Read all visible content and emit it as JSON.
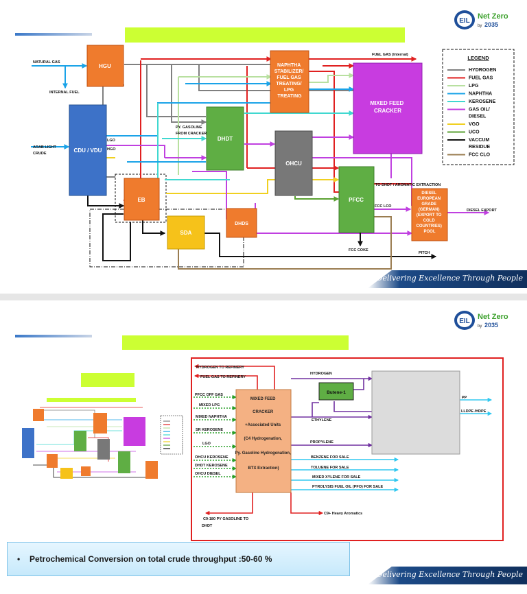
{
  "logo": {
    "brand": "EIL",
    "net_zero": "Net Zero",
    "year_prefix": "by",
    "year": "2035"
  },
  "footer": {
    "tagline": "Delivering Excellence Through People"
  },
  "slide1": {
    "streams": {
      "natural_gas": "NATURAL GAS",
      "internal_fuel": "INTERNAL FUEL",
      "arab_light": "ARAB LIGHT",
      "crude": "CRUDE",
      "lgo": "LGO",
      "hgo": "HGO",
      "py_gasoline": "PY. GASOLINE",
      "from_cracker": "FROM CRACKER",
      "fuel_gas_internal": "FUEL GAS (Internal)",
      "to_dhdt": "TO DHDT / AROMATIC EXTRACTION",
      "fcc_lco": "FCC LCO",
      "fcc_coke": "FCC COKE",
      "diesel_export": "DIESEL EXPORT",
      "pitch": "PITCH"
    },
    "units": {
      "hgu": "HGU",
      "naphtha": [
        "NAPHTHA",
        "STABILIZER/",
        "FUEL GAS",
        "TREATING/",
        "LPG",
        "TREATING"
      ],
      "mfc": [
        "MIXED FEED",
        "CRACKER"
      ],
      "cdu": "CDU / VDU",
      "dhdt": "DHDT",
      "ohcu": "OHCU",
      "pfcc": "PFCC",
      "eb": "EB",
      "sda": "SDA",
      "dhds": "DHDS",
      "diesel_pool": [
        "DIESEL",
        "EUROPEAN",
        "GRADE",
        "(GERMAN)",
        "(EXPORT TO",
        "COLD",
        "COUNTRIES)",
        "POOL"
      ]
    },
    "legend": {
      "title": "LEGEND",
      "items": [
        {
          "label": "HYDROGEN",
          "color": "#808080"
        },
        {
          "label": "FUEL GAS",
          "color": "#e02020"
        },
        {
          "label": "LPG",
          "color": "#b8e0a0"
        },
        {
          "label": "NAPHTHA",
          "color": "#1aa3e8"
        },
        {
          "label": "KEROSENE",
          "color": "#40d8d0"
        },
        {
          "label": "GAS OIL/",
          "label2": "DIESEL",
          "color": "#c040e0"
        },
        {
          "label": "VGO",
          "color": "#f0d020"
        },
        {
          "label": "UCO",
          "color": "#5aa030"
        },
        {
          "label": "VACCUM",
          "label2": "RESIDUE",
          "color": "#111111"
        },
        {
          "label": "FCC CLO",
          "color": "#9a7c50"
        }
      ]
    }
  },
  "slide2": {
    "inputs": [
      "PFCC OFF GAS",
      "MIXED LPG",
      "MIXED NAPHTHA",
      "SR KEROSENE",
      "LGO",
      "OHCU KEROSENE",
      "DHDT KEROSENE",
      "OHCU DIESEL"
    ],
    "top_outputs": [
      "HYDROGEN TO REFINERY",
      "FUEL GAS TO REFINERY"
    ],
    "cracker_lines": [
      "MIXED FEED",
      "CRACKER",
      "+Associated Units",
      "(C4 Hydrogenation,",
      "Py. Gasoline Hydrogenation,",
      "BTX Extraction)"
    ],
    "butene": "Butene-1",
    "right_streams": [
      "HYDROGEN",
      "ETHYLENE",
      "PROPYLENE"
    ],
    "sales": [
      "BENZENE FOR SALE",
      "TOLUENE FOR SALE",
      "MIXED XYLENE FOR SALE",
      "PYROLYSIS FUEL OIL (PFO) FOR SALE"
    ],
    "products": [
      "PP",
      "LLDPE /HDPE"
    ],
    "bottom_left": [
      "C9-180  PY GASOLINE TO",
      "DHDT"
    ],
    "bottom_right": "C9+ Heavy Aromatics",
    "note": {
      "bullet": "•",
      "text": "Petrochemical Conversion on total crude throughput :50-60 %"
    }
  }
}
